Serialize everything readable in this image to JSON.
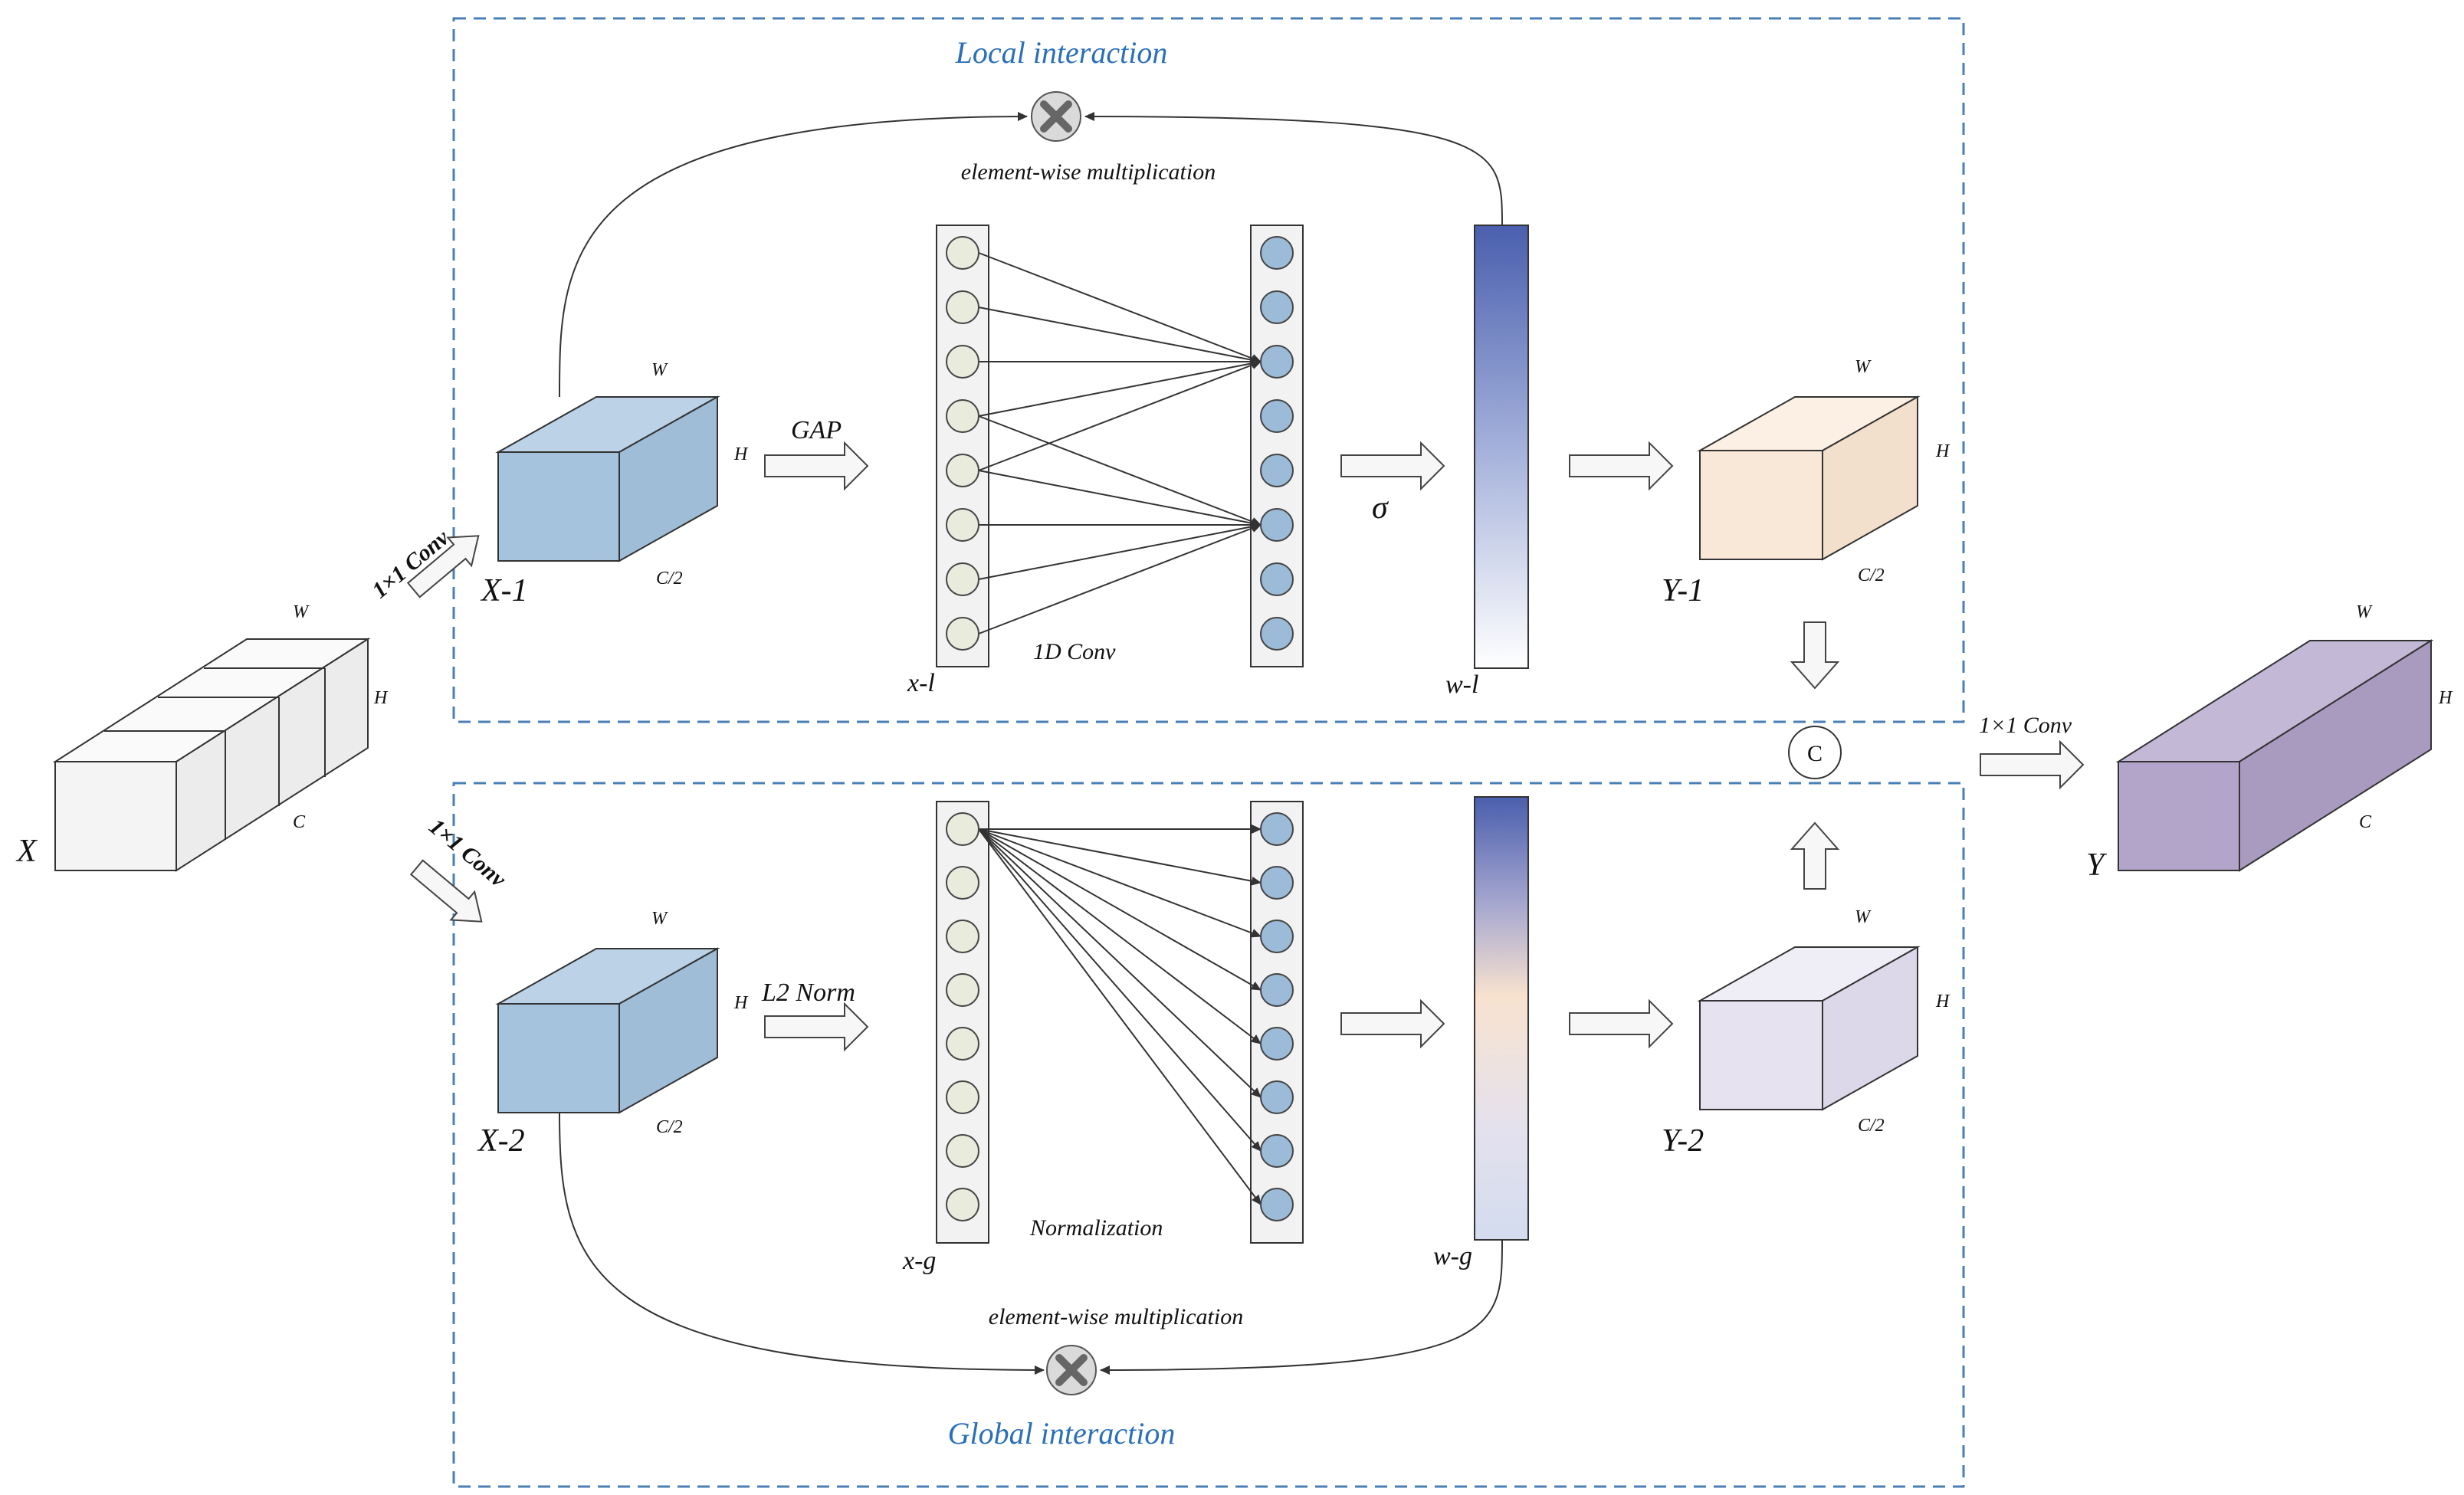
{
  "regions": {
    "local_title": "Local interaction",
    "global_title": "Global interaction"
  },
  "labels": {
    "ewm_top": "element-wise multiplication",
    "ewm_bottom": "element-wise multiplication",
    "gap": "GAP",
    "conv1d": "1D Conv",
    "sigma": "σ",
    "l2norm": "L2 Norm",
    "normalization": "Normalization",
    "conv_top": "1×1 Conv",
    "conv_bottom": "1×1 Conv",
    "conv_out": "1×1 Conv",
    "concat": "C"
  },
  "tensors": {
    "x": {
      "name": "X",
      "w": "W",
      "h": "H",
      "c": "C"
    },
    "x1": {
      "name": "X-1",
      "w": "W",
      "h": "H",
      "c": "C/2"
    },
    "x2": {
      "name": "X-2",
      "w": "W",
      "h": "H",
      "c": "C/2"
    },
    "y1": {
      "name": "Y-1",
      "w": "W",
      "h": "H",
      "c": "C/2"
    },
    "y2": {
      "name": "Y-2",
      "w": "W",
      "h": "H",
      "c": "C/2"
    },
    "y": {
      "name": "Y",
      "w": "W",
      "h": "H",
      "c": "C"
    }
  },
  "vectors": {
    "xl": "x-l",
    "wl": "w-l",
    "xg": "x-g",
    "wg": "w-g"
  },
  "colors": {
    "border_dash": "#4a7fb5",
    "title_blue": "#2a6fb8",
    "x1_face": "#a6c3dd",
    "y1_face": "#f9e8d8",
    "y2_face": "#e6e2f0",
    "y_face": "#b3a5c9",
    "x_face": "#f4f4f4",
    "node_light": "#e9ecdc",
    "node_blue": "#9bbbd8",
    "bar_top": "#4a5fae"
  }
}
